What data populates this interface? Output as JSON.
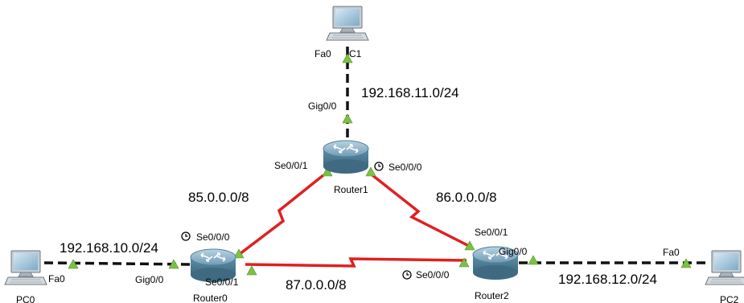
{
  "devices": {
    "pc0": {
      "name": "PC0"
    },
    "pc1": {
      "name": "C1"
    },
    "pc2": {
      "name": "PC2"
    },
    "router0": {
      "name": "Router0"
    },
    "router1": {
      "name": "Router1"
    },
    "router2": {
      "name": "Router2"
    }
  },
  "interfaces": {
    "pc1_fa0": "Fa0",
    "r1_gig00": "Gig0/0",
    "r1_se001": "Se0/0/1",
    "r1_se000": "Se0/0/0",
    "r0_se000": "Se0/0/0",
    "r0_se001": "Se0/0/1",
    "r0_gig00": "Gig0/0",
    "pc0_fa0": "Fa0",
    "r2_se001": "Se0/0/1",
    "r2_gig00": "Gig0/0",
    "r2_se000": "Se0/0/0",
    "pc2_fa0": "Fa0"
  },
  "networks": {
    "net_r1_pc1": "192.168.11.0/24",
    "net_r0_r1": "85.0.0.0/8",
    "net_r1_r2": "86.0.0.0/8",
    "net_pc0_r0": "192.168.10.0/24",
    "net_r0_r2": "87.0.0.0/8",
    "net_r2_pc2": "192.168.12.0/24"
  },
  "colors": {
    "ethernet_link": "#111111",
    "serial_link": "#e02020",
    "link_up_indicator": "#7cc242",
    "router_body": "#5f8fa8",
    "pc_screen": "#8fb8d2"
  }
}
